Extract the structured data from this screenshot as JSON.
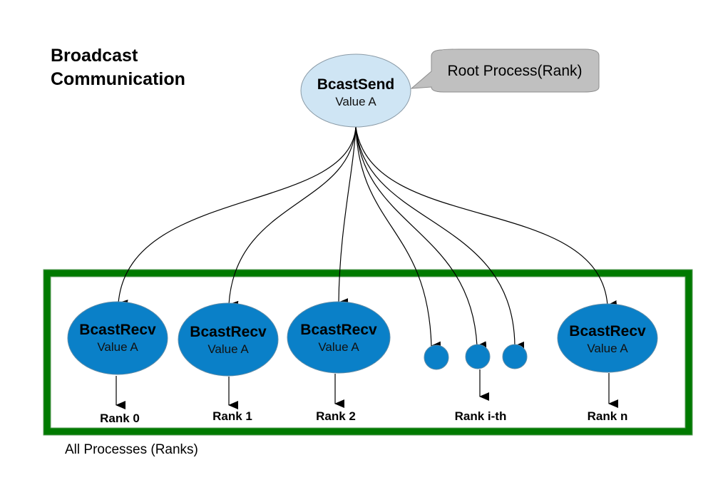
{
  "title": {
    "line1": "Broadcast",
    "line2": "Communication"
  },
  "root": {
    "name": "BcastSend",
    "value": "Value A",
    "fill": "#cfe5f4"
  },
  "callout": {
    "text": "Root Process(Rank)",
    "fill": "#c0c0c0"
  },
  "group": {
    "label": "All Processes (Ranks)",
    "border_color": "#007a00"
  },
  "receivers": [
    {
      "name": "BcastRecv",
      "value": "Value A",
      "rank": "Rank 0"
    },
    {
      "name": "BcastRecv",
      "value": "Value A",
      "rank": "Rank 1"
    },
    {
      "name": "BcastRecv",
      "value": "Value A",
      "rank": "Rank 2"
    },
    {
      "name": "BcastRecv",
      "value": "Value A",
      "rank": "Rank n"
    }
  ],
  "small_nodes": {
    "count": 3,
    "rank_label": "Rank i-th"
  },
  "node_color": "#0a80c8"
}
